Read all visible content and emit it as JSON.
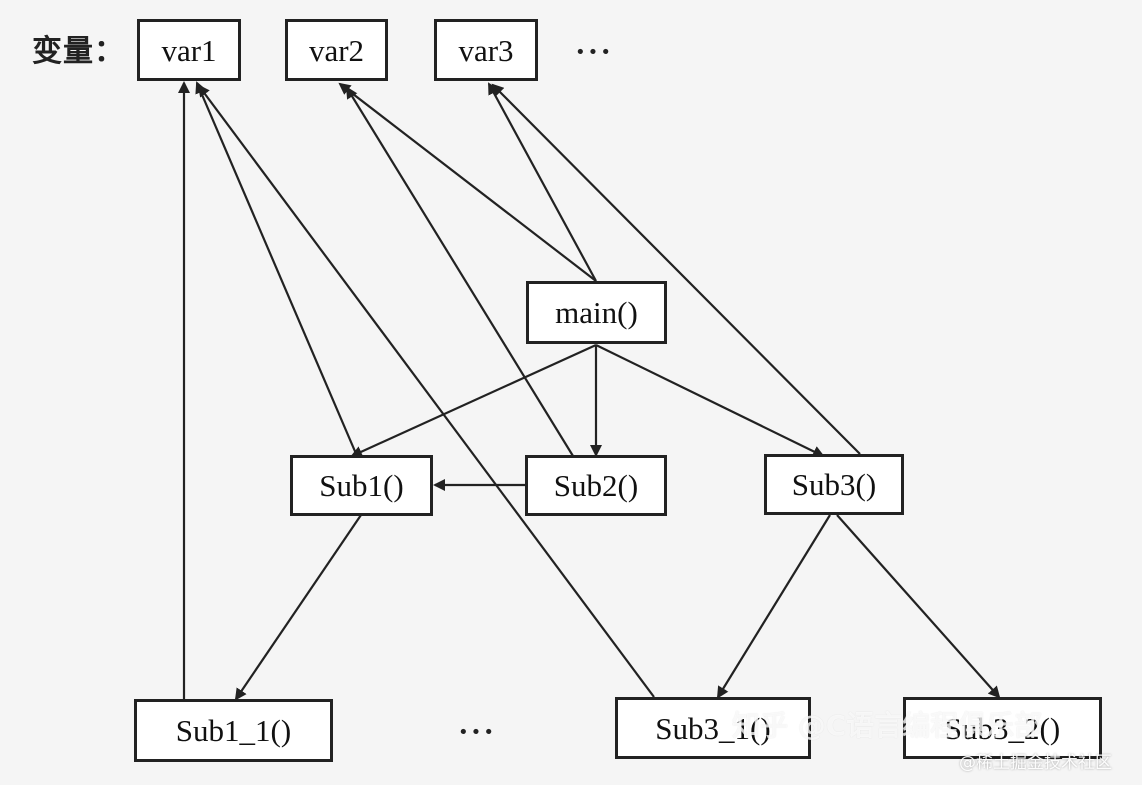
{
  "diagram": {
    "variables_label": "变量：",
    "top_ellipsis": "···",
    "bottom_ellipsis": "···",
    "nodes": {
      "var1": "var1",
      "var2": "var2",
      "var3": "var3",
      "main": "main()",
      "sub1": "Sub1()",
      "sub2": "Sub2()",
      "sub3": "Sub3()",
      "sub1_1": "Sub1_1()",
      "sub3_1": "Sub3_1()",
      "sub3_2": "Sub3_2()"
    }
  },
  "watermark": {
    "line1": "知乎 @C语言编程俱乐部",
    "line2": "@稀土掘金技术社区"
  }
}
